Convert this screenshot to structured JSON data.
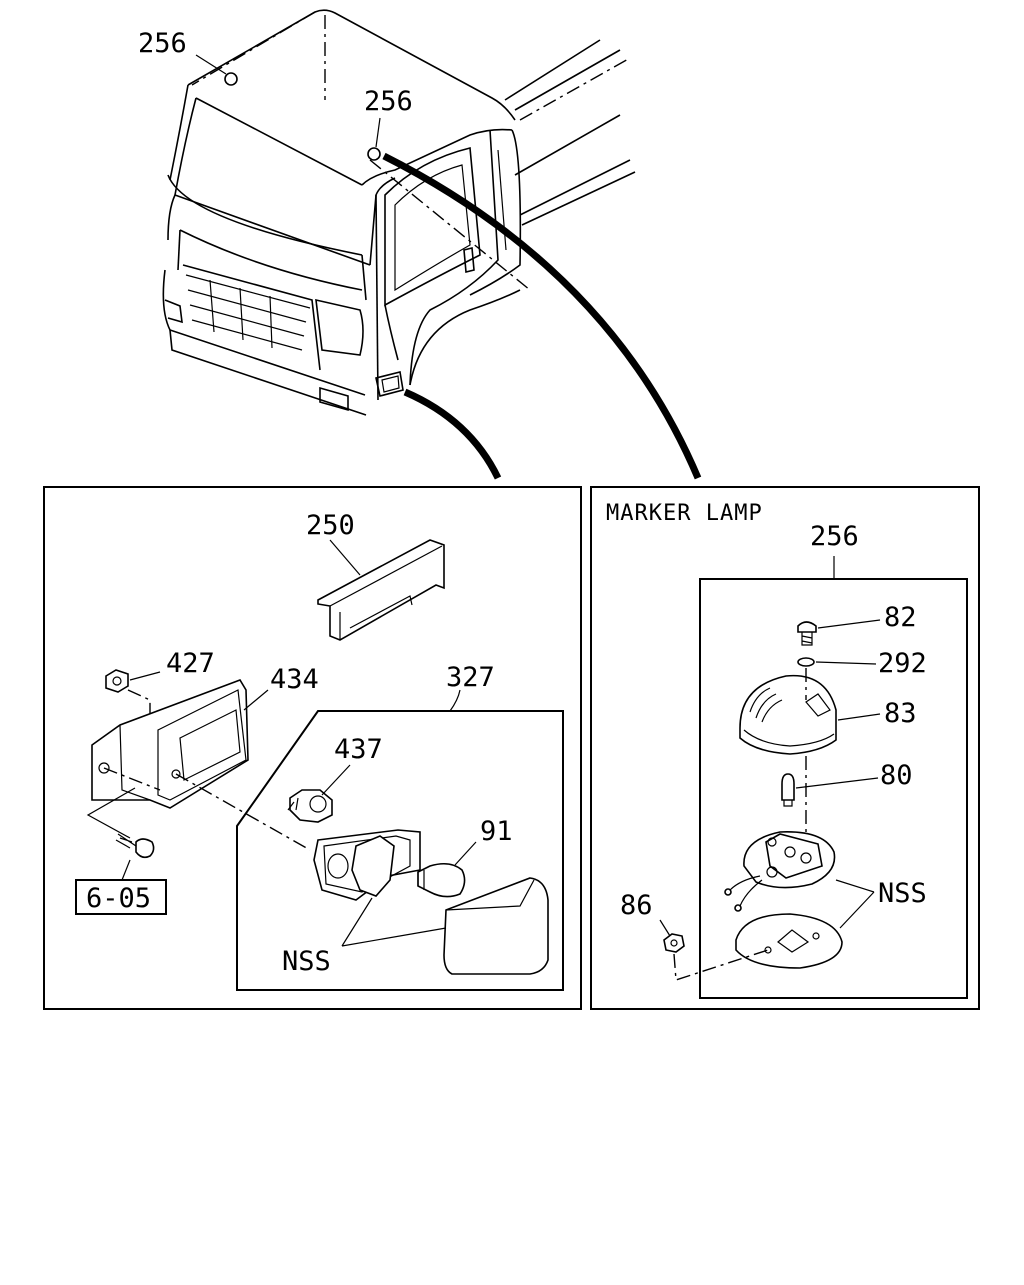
{
  "diagram": {
    "callouts": {
      "cab_top_left": "256",
      "cab_top_right": "256",
      "bracket": "250",
      "nut_left": "427",
      "housing": "434",
      "lamp_assembly": "327",
      "socket": "437",
      "bulb": "91",
      "screw_ref": "6-05",
      "nss_left": "NSS",
      "marker_assembly": "256",
      "screw": "82",
      "washer": "292",
      "lens": "83",
      "marker_bulb": "80",
      "nut_right": "86",
      "nss_right": "NSS"
    },
    "panels": {
      "marker_lamp_title": "MARKER LAMP"
    }
  }
}
